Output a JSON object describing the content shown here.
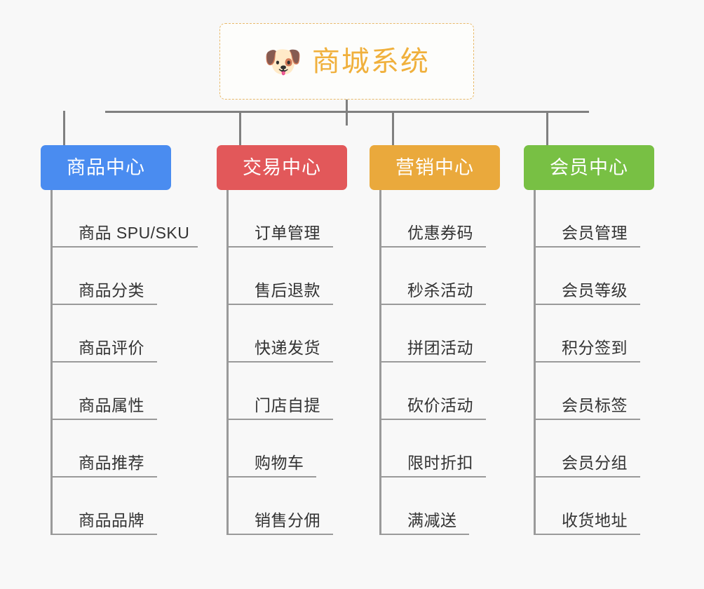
{
  "page": {
    "background_color": "#f8f8f8",
    "line_color": "#808080",
    "leaf_line_color": "#9a9a9a",
    "leaf_text_color": "#333333"
  },
  "root": {
    "icon": "dog-face-emoji",
    "icon_glyph": "🐶",
    "title": "商城系统",
    "title_color": "#f0b03c",
    "border_color": "#e8b96a",
    "background_color": "#fdfdfb"
  },
  "categories": [
    {
      "label": "商品中心",
      "color": "#4a8cf0",
      "items": [
        "商品 SPU/SKU",
        "商品分类",
        "商品评价",
        "商品属性",
        "商品推荐",
        "商品品牌"
      ]
    },
    {
      "label": "交易中心",
      "color": "#e2585a",
      "items": [
        "订单管理",
        "售后退款",
        "快递发货",
        "门店自提",
        "购物车",
        "销售分佣"
      ]
    },
    {
      "label": "营销中心",
      "color": "#eaa93c",
      "items": [
        "优惠券码",
        "秒杀活动",
        "拼团活动",
        "砍价活动",
        "限时折扣",
        "满减送"
      ]
    },
    {
      "label": "会员中心",
      "color": "#78c044",
      "items": [
        "会员管理",
        "会员等级",
        "积分签到",
        "会员标签",
        "会员分组",
        "收货地址"
      ]
    }
  ]
}
